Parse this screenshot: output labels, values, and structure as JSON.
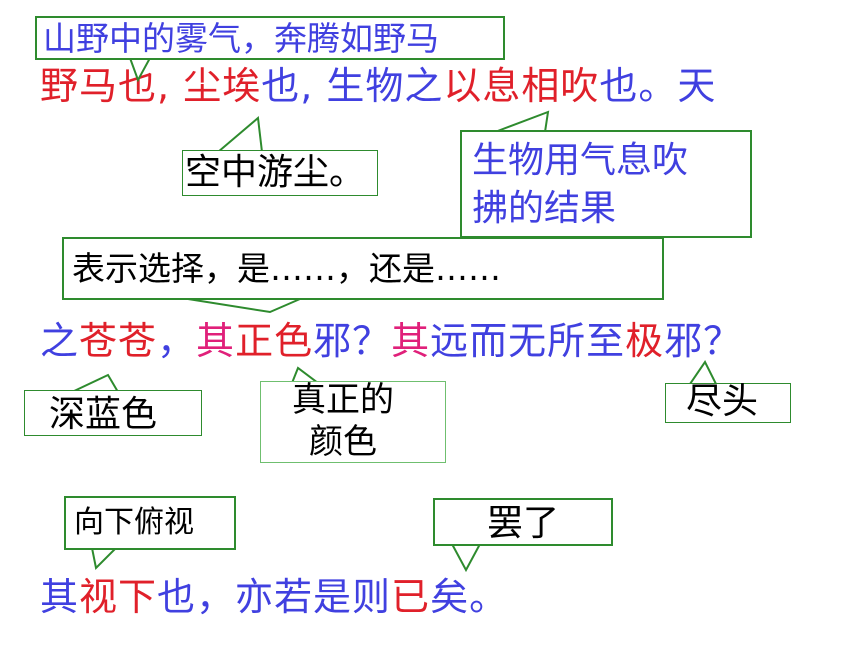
{
  "colors": {
    "red": "#e0202a",
    "blue": "#4040e0",
    "magenta": "#e0207a",
    "black": "#000000",
    "border": "#2e8b2e"
  },
  "lines": [
    {
      "segments": [
        {
          "text": "野马也,",
          "color": "red"
        },
        {
          "text": " ",
          "color": "black"
        },
        {
          "text": "尘埃",
          "color": "red"
        },
        {
          "text": "也,",
          "color": "blue"
        },
        {
          "text": " 生物之",
          "color": "blue"
        },
        {
          "text": "以息相吹",
          "color": "red"
        },
        {
          "text": "也。天",
          "color": "blue"
        }
      ]
    },
    {
      "segments": [
        {
          "text": "之",
          "color": "blue"
        },
        {
          "text": "苍苍",
          "color": "red"
        },
        {
          "text": "，",
          "color": "blue"
        },
        {
          "text": "其",
          "color": "magenta"
        },
        {
          "text": "正色",
          "color": "red"
        },
        {
          "text": "邪？",
          "color": "blue"
        },
        {
          "text": "其",
          "color": "magenta"
        },
        {
          "text": "远而无所至",
          "color": "blue"
        },
        {
          "text": "极",
          "color": "red"
        },
        {
          "text": "邪？",
          "color": "blue"
        }
      ]
    },
    {
      "segments": [
        {
          "text": "其",
          "color": "blue"
        },
        {
          "text": "视下",
          "color": "red"
        },
        {
          "text": "也，亦若是则",
          "color": "blue"
        },
        {
          "text": "已",
          "color": "red"
        },
        {
          "text": "矣。",
          "color": "blue"
        }
      ]
    }
  ],
  "callouts": {
    "wild_horse": "山野中的雾气，奔腾如野马",
    "dust": "空中游尘。",
    "breath": [
      "生物用气息吹",
      "拂的结果"
    ],
    "choice": "表示选择，是……，还是……",
    "deep_blue": "深蓝色",
    "true_color": [
      "真正的",
      "颜色"
    ],
    "end": "尽头",
    "look_down": "向下俯视",
    "stop": "罢了"
  }
}
